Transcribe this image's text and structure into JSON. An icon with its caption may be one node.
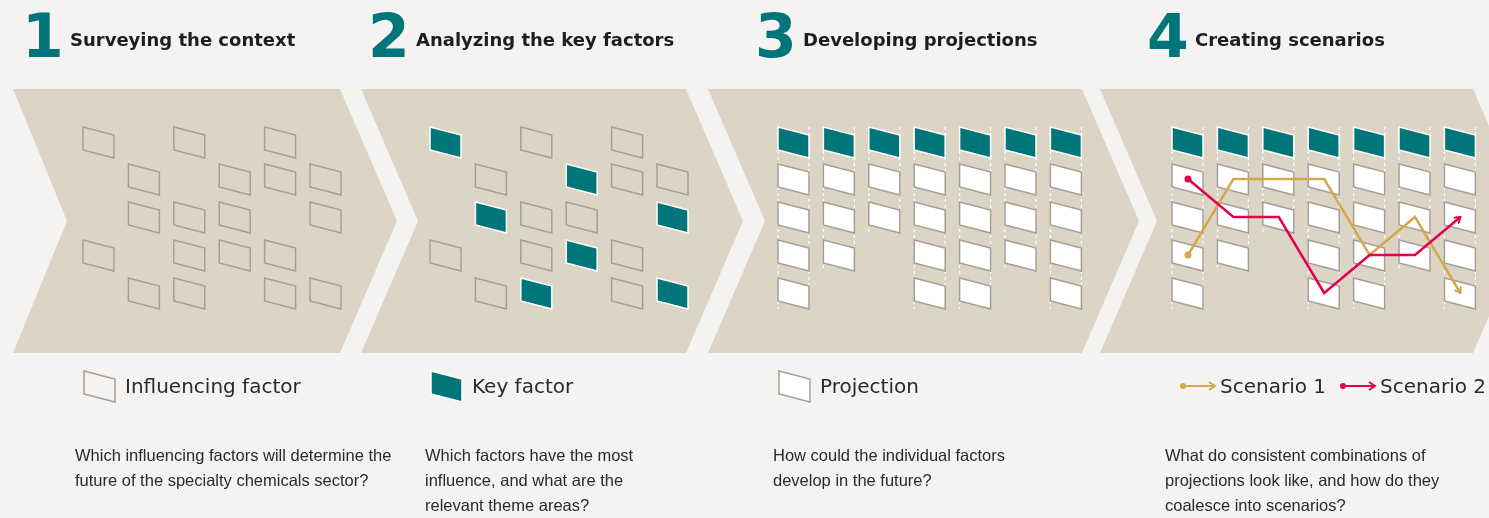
{
  "diagram": {
    "nodes": [
      {
        "text": [
          "1",
          "Surveying the context"
        ]
      },
      {
        "text": [
          "2",
          "Analyzing the key factors"
        ]
      },
      {
        "text": [
          "3",
          "Developing projections"
        ]
      },
      {
        "text": [
          "4",
          "Creating scenarios"
        ]
      }
    ],
    "edges": [],
    "labels": [
      "Which influencing factors will determine the future of the specialty chemicals sector?",
      "Which factors have the most influence, and what are the relevant theme areas?",
      "How could the individual factors develop in the future?",
      "What do consistent combinations of projections look like, and how do they coalesce into scenarios?"
    ],
    "legend": [
      {
        "text": "Influencing factor"
      },
      {
        "text": "Key factor"
      },
      {
        "text": "Projection"
      },
      {
        "text": "Scenario 1"
      },
      {
        "text": "Scenario 2"
      }
    ]
  }
}
